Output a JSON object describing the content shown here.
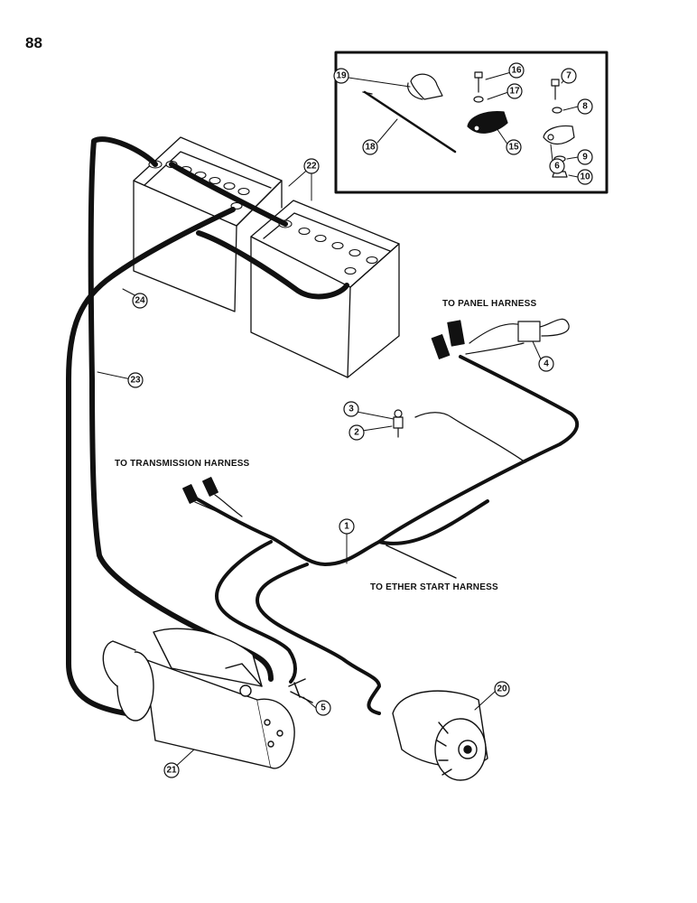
{
  "page_number": "88",
  "labels": {
    "to_panel_harness": "TO PANEL HARNESS",
    "to_transmission_harness": "TO TRANSMISSION HARNESS",
    "to_ether_start_harness": "TO ETHER START HARNESS"
  },
  "callouts": {
    "c1": "1",
    "c2": "2",
    "c3": "3",
    "c4": "4",
    "c5": "5",
    "c6": "6",
    "c7": "7",
    "c8": "8",
    "c9": "9",
    "c10": "10",
    "c15": "15",
    "c16": "16",
    "c17": "17",
    "c18": "18",
    "c19": "19",
    "c20": "20",
    "c21": "21",
    "c22": "22",
    "c23": "23",
    "c24": "24"
  }
}
